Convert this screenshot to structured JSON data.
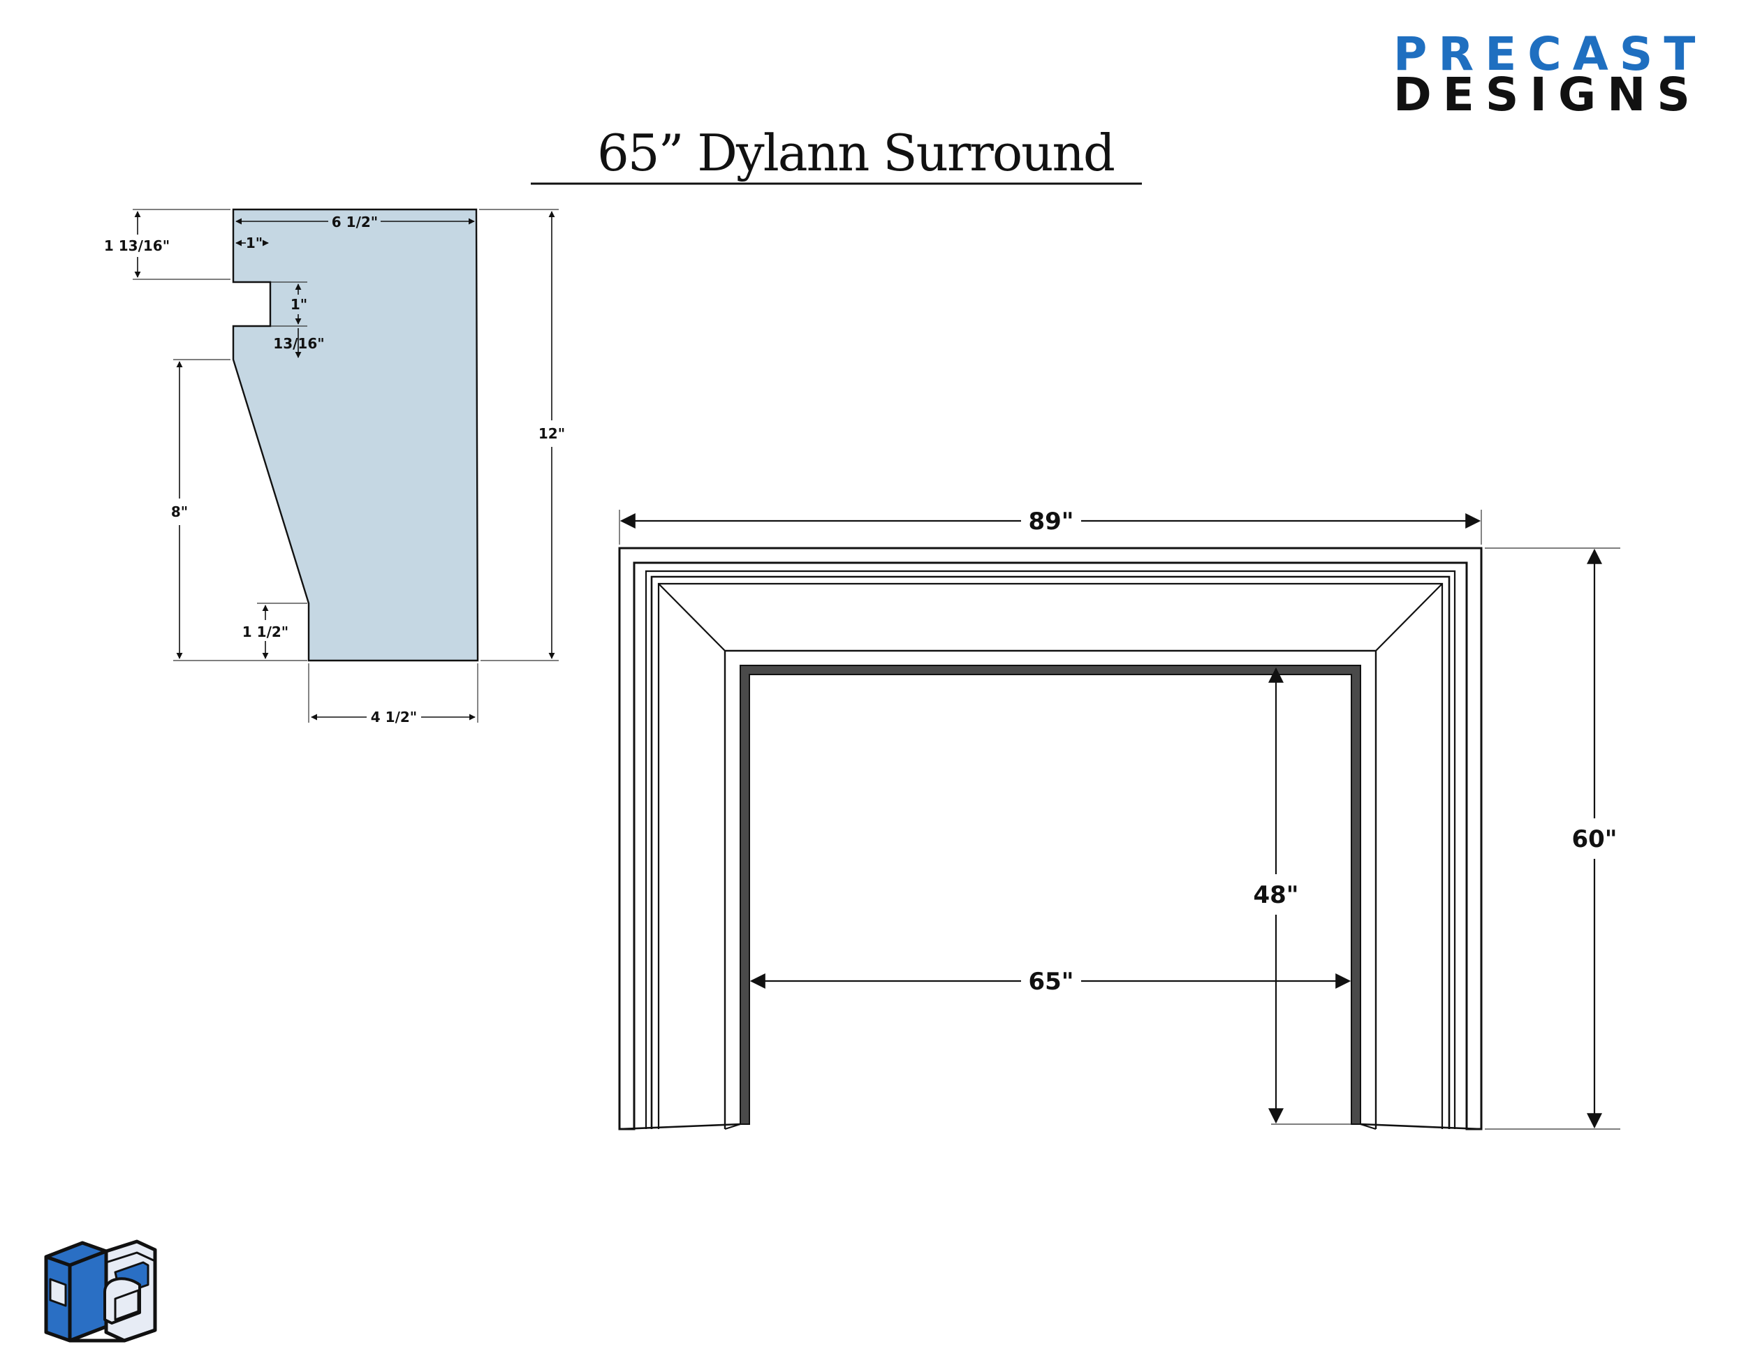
{
  "brand": {
    "line1": "PRECAST",
    "line2": "DESIGNS",
    "accent_color": "#1f6fc0"
  },
  "title": "65” Dylann Surround",
  "profile": {
    "fill_color": "#c5d7e3",
    "dims": {
      "top_width": "6 1/2\"",
      "notch_depth": "1\"",
      "top_band": "1 13/16\"",
      "notch_height": "1\"",
      "lip": "13/16\"",
      "overall_height": "12\"",
      "taper_height": "8\"",
      "base_height": "1 1/2\"",
      "base_width": "4 1/2\""
    }
  },
  "surround": {
    "dims": {
      "overall_width": "89\"",
      "overall_height": "60\"",
      "opening_width": "65\"",
      "opening_height": "48\""
    }
  },
  "logo": {
    "colors": {
      "blue": "#2a6fc4",
      "light": "#e7ecf5",
      "dark": "#111111"
    }
  }
}
